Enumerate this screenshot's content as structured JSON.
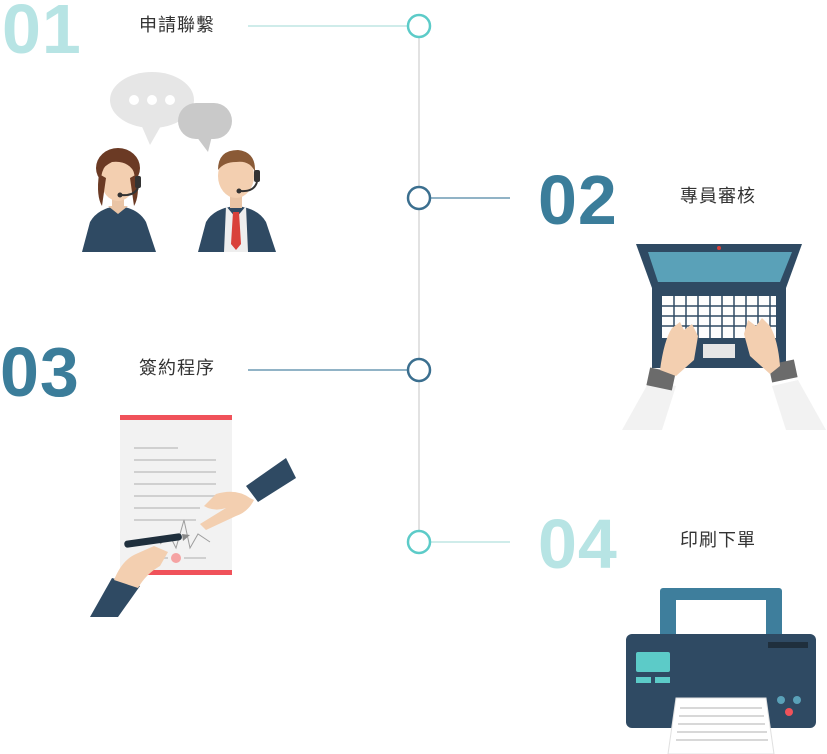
{
  "steps": [
    {
      "number": "01",
      "label": "申請聯繫",
      "color": "#b7e4e4"
    },
    {
      "number": "02",
      "label": "專員審核",
      "color": "#3b7d9a"
    },
    {
      "number": "03",
      "label": "簽約程序",
      "color": "#3b7d9a"
    },
    {
      "number": "04",
      "label": "印刷下單",
      "color": "#b7e4e4"
    }
  ],
  "colors": {
    "accent_light": "#5ccbc8",
    "accent_dark": "#3b6f8f",
    "timeline": "#d8d8d8",
    "navy": "#2f4a63"
  },
  "illustrations": [
    "call-center-agents-illustration",
    "laptop-typing-illustration",
    "contract-signing-illustration",
    "printer-illustration"
  ]
}
